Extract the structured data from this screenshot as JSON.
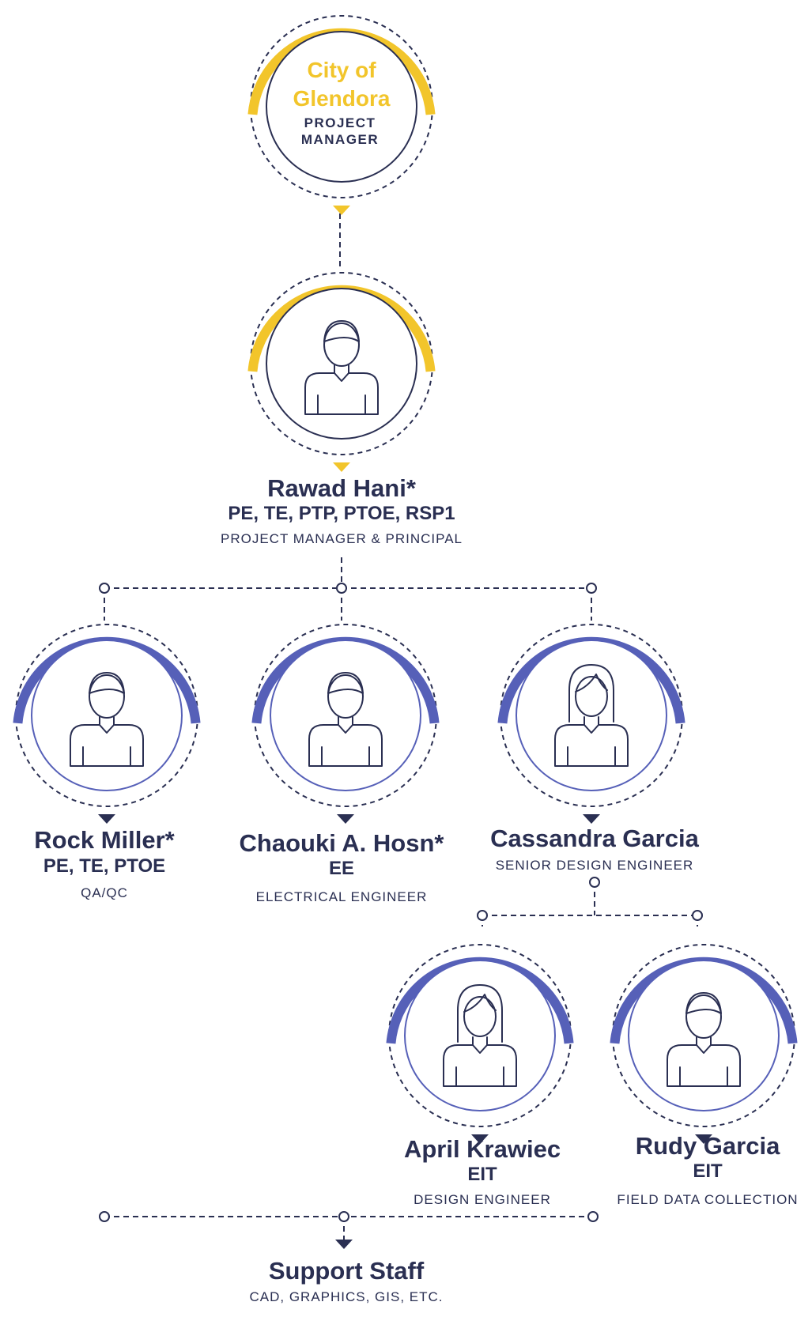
{
  "colors": {
    "navy": "#2a2f52",
    "gold": "#f2c52b",
    "blue": "#5660b8"
  },
  "icons": {
    "male": "person-male-icon",
    "female": "person-female-icon",
    "arrow": "arrow-down-icon",
    "connector": "connector-node-icon"
  },
  "client": {
    "line1": "City of",
    "line2": "Glendora",
    "role_line1": "PROJECT",
    "role_line2": "MANAGER"
  },
  "pm": {
    "name": "Rawad Hani*",
    "credentials": "PE, TE, PTP, PTOE, RSP1",
    "role": "PROJECT MANAGER & PRINCIPAL"
  },
  "team": [
    {
      "key": "rock",
      "name": "Rock Miller*",
      "credentials": "PE, TE, PTOE",
      "role": "QA/QC"
    },
    {
      "key": "chaouki",
      "name": "Chaouki A. Hosn*",
      "credentials": "EE",
      "role": "ELECTRICAL ENGINEER"
    },
    {
      "key": "cassandra",
      "name": "Cassandra Garcia",
      "credentials": "",
      "role": "SENIOR DESIGN ENGINEER"
    },
    {
      "key": "april",
      "name": "April Krawiec",
      "credentials": "EIT",
      "role": "DESIGN ENGINEER"
    },
    {
      "key": "rudy",
      "name": "Rudy Garcia",
      "credentials": "EIT",
      "role": "FIELD DATA COLLECTION"
    }
  ],
  "support": {
    "name": "Support Staff",
    "role": "CAD, GRAPHICS, GIS, ETC."
  }
}
